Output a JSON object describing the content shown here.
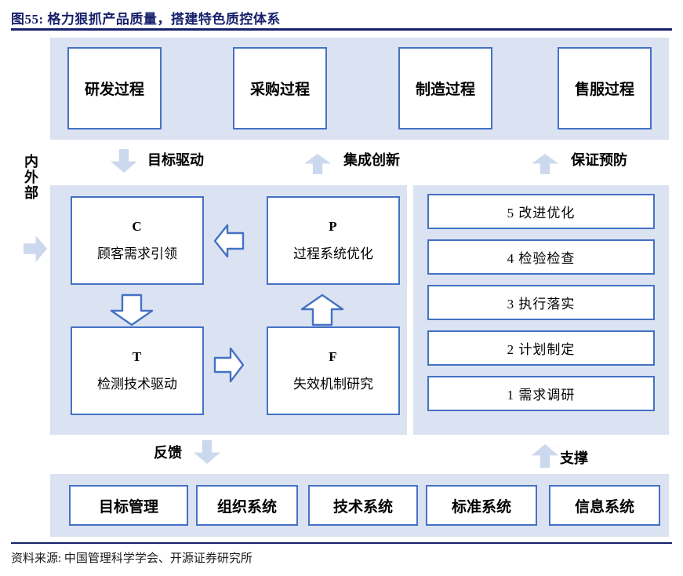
{
  "figure": {
    "title": "图55: 格力狠抓产品质量，搭建特色质控体系",
    "source": "资料来源: 中国管理科学学会、开源证券研究所",
    "accent_color": "#17216b",
    "box_border_color": "#4472c4",
    "panel_fill_color": "#dbe2f2",
    "arrow_fill_color": "#ccd8ee"
  },
  "top_processes": [
    {
      "label": "研发过程"
    },
    {
      "label": "采购过程"
    },
    {
      "label": "制造过程"
    },
    {
      "label": "售服过程"
    }
  ],
  "flow_labels": {
    "target_drive": "目标驱动",
    "integrated_innovation": "集成创新",
    "guarantee_prevention": "保证预防",
    "feedback": "反馈",
    "support": "支撑"
  },
  "side_label": {
    "chars": [
      "内",
      "外",
      "部"
    ],
    "full": "内外部"
  },
  "cycle_boxes": [
    {
      "letter": "C",
      "label": "顾客需求引领"
    },
    {
      "letter": "P",
      "label": "过程系统优化"
    },
    {
      "letter": "T",
      "label": "检测技术驱动"
    },
    {
      "letter": "F",
      "label": "失效机制研究"
    }
  ],
  "steps": [
    {
      "text": "5 改进优化"
    },
    {
      "text": "4 检验检查"
    },
    {
      "text": "3 执行落实"
    },
    {
      "text": "2 计划制定"
    },
    {
      "text": "1 需求调研"
    }
  ],
  "bottom_systems": [
    {
      "label": "目标管理"
    },
    {
      "label": "组织系统"
    },
    {
      "label": "技术系统"
    },
    {
      "label": "标准系统"
    },
    {
      "label": "信息系统"
    }
  ],
  "icons": {
    "arrow_down_solid": "arrow-down-solid-icon",
    "arrow_up_solid": "arrow-up-solid-icon",
    "arrow_right_solid": "arrow-right-solid-icon",
    "arrow_left_hollow": "arrow-left-hollow-icon",
    "arrow_down_hollow": "arrow-down-hollow-icon",
    "arrow_up_hollow": "arrow-up-hollow-icon",
    "arrow_right_hollow": "arrow-right-hollow-icon"
  }
}
